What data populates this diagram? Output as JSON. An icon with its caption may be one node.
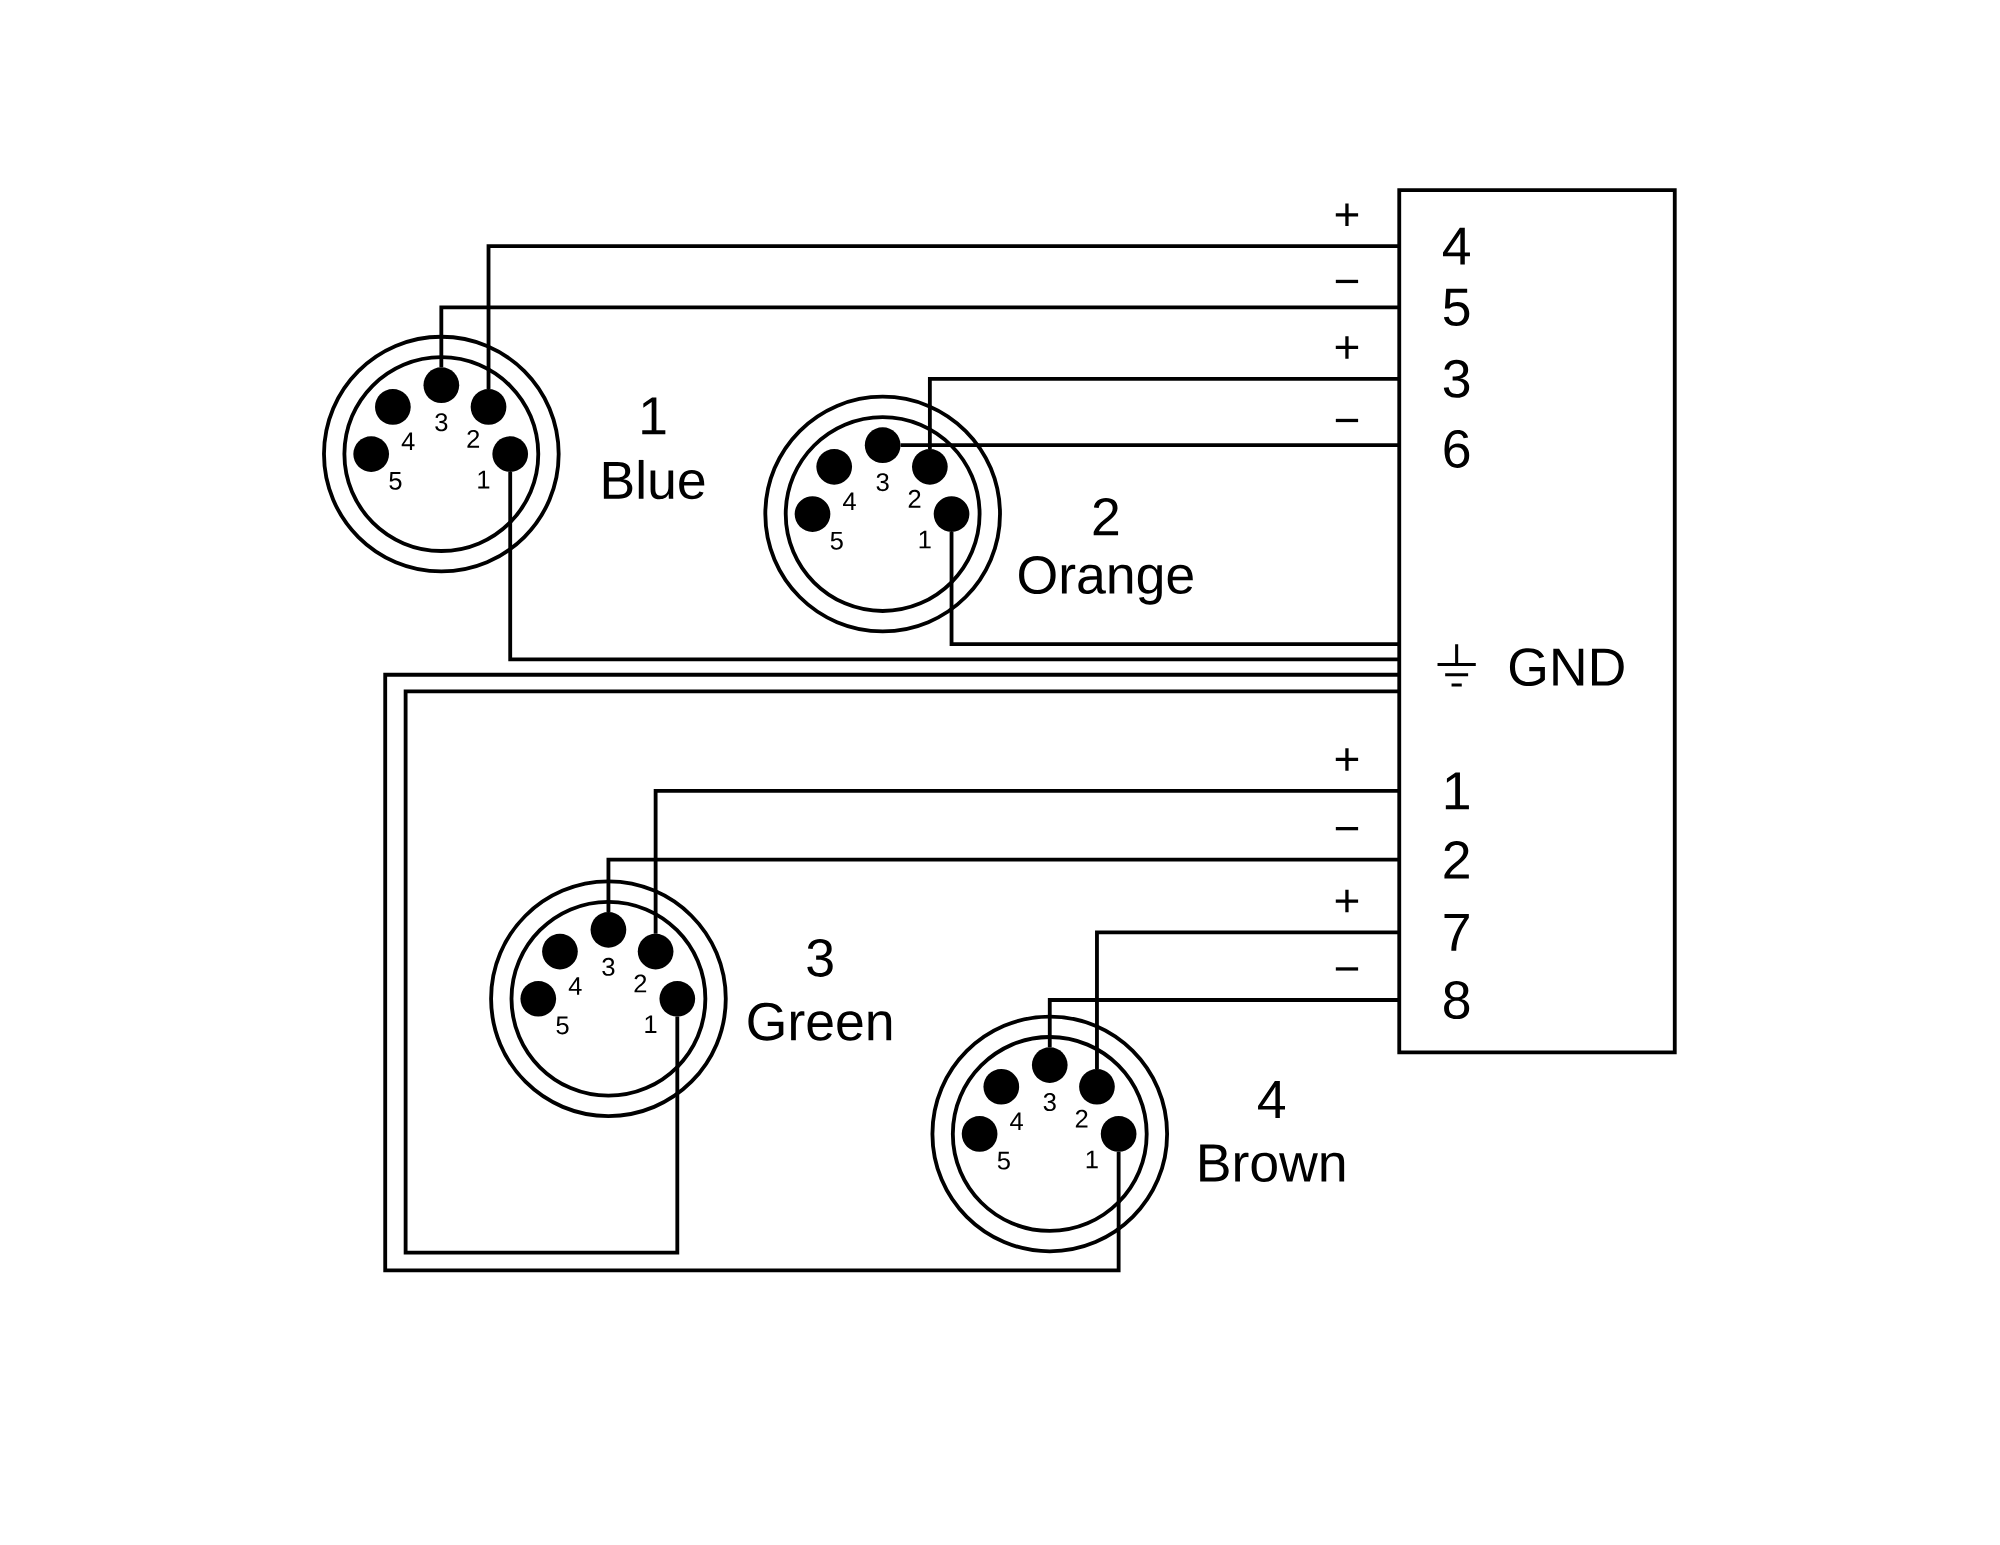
{
  "diagram": {
    "nodes": [
      {
        "text": [],
        "shape": "box"
      },
      {
        "text": [
          "4"
        ],
        "beside": [
          "+"
        ],
        "in": 0
      },
      {
        "text": [
          "5"
        ],
        "beside": [
          "−"
        ],
        "in": 0
      },
      {
        "text": [
          "3"
        ],
        "beside": [
          "+"
        ],
        "in": 0
      },
      {
        "text": [
          "6"
        ],
        "beside": [
          "−"
        ],
        "in": 0
      },
      {
        "text": [
          "GND"
        ],
        "in": 0
      },
      {
        "text": [
          "1"
        ],
        "beside": [
          "+"
        ],
        "in": 0
      },
      {
        "text": [
          "2"
        ],
        "beside": [
          "−"
        ],
        "in": 0
      },
      {
        "text": [
          "7"
        ],
        "beside": [
          "+"
        ],
        "in": 0
      },
      {
        "text": [
          "8"
        ],
        "beside": [
          "−"
        ],
        "in": 0
      },
      {
        "text": [],
        "shape": "circle",
        "beside": [
          "1",
          "Blue"
        ]
      },
      {
        "text": [],
        "shape": "circle",
        "beside": [
          "1"
        ],
        "in": 10
      },
      {
        "text": [],
        "shape": "circle",
        "beside": [
          "2"
        ],
        "in": 10
      },
      {
        "text": [],
        "shape": "circle",
        "beside": [
          "3"
        ],
        "in": 10
      },
      {
        "text": [],
        "shape": "circle",
        "beside": [
          "4"
        ],
        "in": 10
      },
      {
        "text": [],
        "shape": "circle",
        "beside": [
          "5"
        ],
        "in": 10
      },
      {
        "text": [],
        "shape": "circle",
        "beside": [
          "2",
          "Orange"
        ]
      },
      {
        "text": [],
        "shape": "circle",
        "beside": [
          "1"
        ],
        "in": 16
      },
      {
        "text": [],
        "shape": "circle",
        "beside": [
          "2"
        ],
        "in": 16
      },
      {
        "text": [],
        "shape": "circle",
        "beside": [
          "3"
        ],
        "in": 16
      },
      {
        "text": [],
        "shape": "circle",
        "beside": [
          "4"
        ],
        "in": 16
      },
      {
        "text": [],
        "shape": "circle",
        "beside": [
          "5"
        ],
        "in": 16
      },
      {
        "text": [],
        "shape": "circle",
        "beside": [
          "3",
          "Green"
        ]
      },
      {
        "text": [],
        "shape": "circle",
        "beside": [
          "1"
        ],
        "in": 22
      },
      {
        "text": [],
        "shape": "circle",
        "beside": [
          "2"
        ],
        "in": 22
      },
      {
        "text": [],
        "shape": "circle",
        "beside": [
          "3"
        ],
        "in": 22
      },
      {
        "text": [],
        "shape": "circle",
        "beside": [
          "4"
        ],
        "in": 22
      },
      {
        "text": [],
        "shape": "circle",
        "beside": [
          "5"
        ],
        "in": 22
      },
      {
        "text": [],
        "shape": "circle",
        "beside": [
          "4",
          "Brown"
        ]
      },
      {
        "text": [],
        "shape": "circle",
        "beside": [
          "1"
        ],
        "in": 28
      },
      {
        "text": [],
        "shape": "circle",
        "beside": [
          "2"
        ],
        "in": 28
      },
      {
        "text": [],
        "shape": "circle",
        "beside": [
          "3"
        ],
        "in": 28
      },
      {
        "text": [],
        "shape": "circle",
        "beside": [
          "4"
        ],
        "in": 28
      },
      {
        "text": [],
        "shape": "circle",
        "beside": [
          "5"
        ],
        "in": 28
      }
    ],
    "edges": [
      {
        "from": 12,
        "to": 1,
        "arrow": "none"
      },
      {
        "from": 13,
        "to": 2,
        "arrow": "none"
      },
      {
        "from": 11,
        "to": 5,
        "arrow": "none"
      },
      {
        "from": 18,
        "to": 3,
        "arrow": "none"
      },
      {
        "from": 19,
        "to": 4,
        "arrow": "none"
      },
      {
        "from": 17,
        "to": 5,
        "arrow": "none"
      },
      {
        "from": 24,
        "to": 6,
        "arrow": "none"
      },
      {
        "from": 25,
        "to": 7,
        "arrow": "none"
      },
      {
        "from": 23,
        "to": 5,
        "arrow": "none"
      },
      {
        "from": 30,
        "to": 8,
        "arrow": "none"
      },
      {
        "from": 31,
        "to": 9,
        "arrow": "none"
      },
      {
        "from": 29,
        "to": 5,
        "arrow": "none"
      }
    ]
  }
}
